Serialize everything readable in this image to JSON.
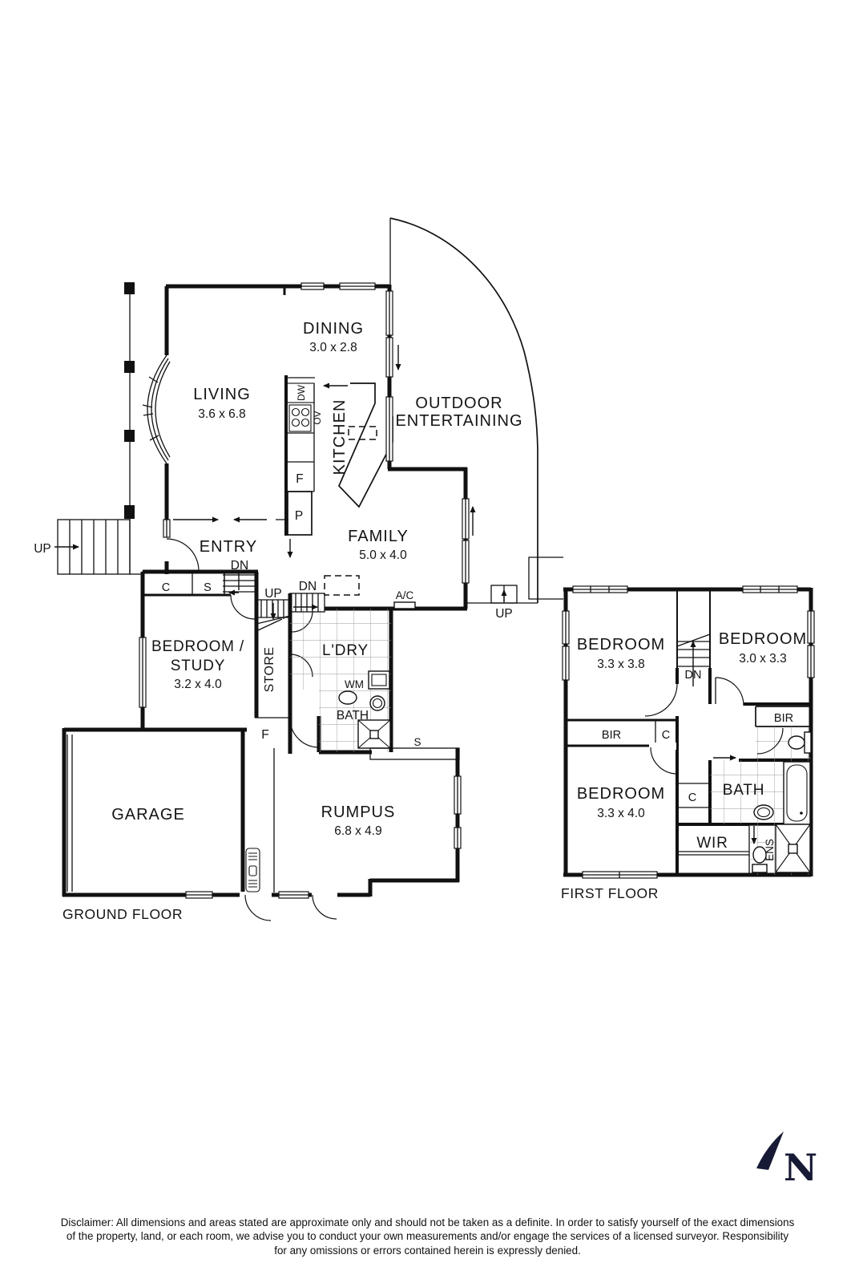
{
  "ground": {
    "label": "GROUND FLOOR",
    "living": "LIVING",
    "living_dims": "3.6 x 6.8",
    "dining": "DINING",
    "dining_dims": "3.0 x 2.8",
    "outdoor1": "OUTDOOR",
    "outdoor2": "ENTERTAINING",
    "kitchen": "KITCHEN",
    "family": "FAMILY",
    "family_dims": "5.0 x 4.0",
    "entry": "ENTRY",
    "bedroom_study1": "BEDROOM /",
    "bedroom_study2": "STUDY",
    "bedroom_study_dims": "3.2 x 4.0",
    "store": "STORE",
    "laundry": "L'DRY",
    "bath": "BATH",
    "garage": "GARAGE",
    "rumpus": "RUMPUS",
    "rumpus_dims": "6.8 x 4.9",
    "up_porch": "UP",
    "dn_entry": "DN",
    "up_stair": "UP",
    "dn_stair": "DN",
    "up_outdoor": "UP",
    "ac": "A/C",
    "dw": "DW",
    "ov": "OV",
    "fridge": "F",
    "pantry": "P",
    "cupboard_c": "C",
    "cupboard_s": "S",
    "f_hall": "F",
    "s_rumpus": "S",
    "wm": "WM"
  },
  "first": {
    "label": "FIRST FLOOR",
    "bedroom1": "BEDROOM",
    "bedroom1_dims": "3.3 x 3.8",
    "bedroom2": "BEDROOM",
    "bedroom2_dims": "3.0 x 3.3",
    "bedroom3": "BEDROOM",
    "bedroom3_dims": "3.3 x 4.0",
    "bath": "BATH",
    "wir": "WIR",
    "ens": "ENS",
    "dn": "DN",
    "bir1": "BIR",
    "bir2": "BIR",
    "c1": "C",
    "c2": "C"
  },
  "compass": {
    "letter": "N"
  },
  "disclaimer": {
    "line1": "Disclaimer: All dimensions and areas stated are approximate only and should not be taken as a definite. In order to satisfy yourself of the exact dimensions",
    "line2": "of the property, land, or each room, we advise you to conduct your own measurements and/or engage the services of a licensed surveyor. Responsibility",
    "line3": "for any omissions or errors contained herein is expressly denied."
  },
  "colors": {
    "line": "#111111",
    "tile": "#9a9a9a",
    "compass": "#161a34",
    "background": "#ffffff"
  }
}
